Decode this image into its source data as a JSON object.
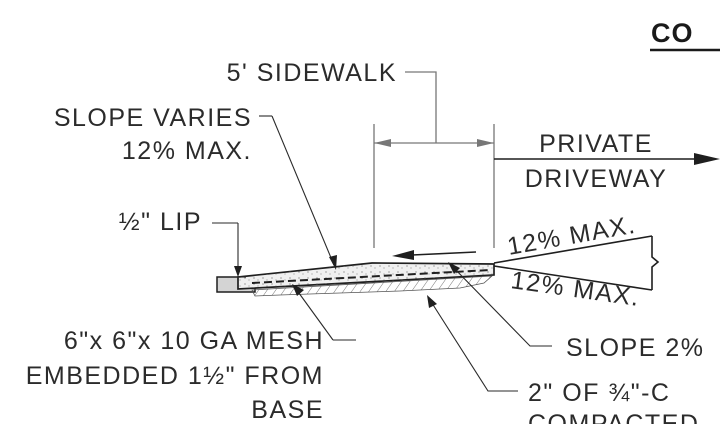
{
  "title": "CO",
  "labels": {
    "sidewalk": "5' SIDEWALK",
    "slope_varies_1": "SLOPE VARIES",
    "slope_varies_2": "12% MAX.",
    "private_1": "PRIVATE",
    "private_2": "DRIVEWAY",
    "lip": "½\" LIP",
    "max_upper": "12% MAX.",
    "max_lower": "12% MAX.",
    "mesh_1": "6\"x 6\"x 10 GA MESH",
    "mesh_2": "EMBEDDED 1½\" FROM",
    "mesh_3": "BASE",
    "slope2": "SLOPE 2%",
    "base_1": "2\" OF ¾\"-C",
    "base_2": "COMPACTED"
  },
  "colors": {
    "ink": "#1f1f1f",
    "dimension": "#777777",
    "text": "#2b2b2b",
    "concrete_fill": "#f0f0f0",
    "gutter_fill": "#d4d4d4"
  }
}
